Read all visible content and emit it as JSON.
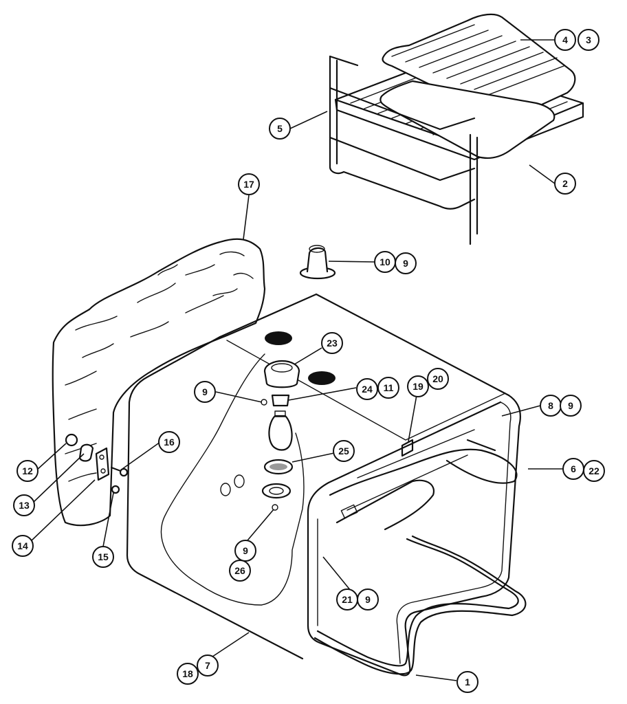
{
  "diagram": {
    "callouts": [
      {
        "id": "c1",
        "text": "1"
      },
      {
        "id": "c2",
        "text": "2"
      },
      {
        "id": "c3",
        "text": "3"
      },
      {
        "id": "c4",
        "text": "4"
      },
      {
        "id": "c5",
        "text": "5"
      },
      {
        "id": "c6",
        "text": "6"
      },
      {
        "id": "c7",
        "text": "7"
      },
      {
        "id": "c8",
        "text": "8"
      },
      {
        "id": "c9a",
        "text": "9"
      },
      {
        "id": "c9b",
        "text": "9"
      },
      {
        "id": "c9c",
        "text": "9"
      },
      {
        "id": "c9d",
        "text": "9"
      },
      {
        "id": "c9e",
        "text": "9"
      },
      {
        "id": "c10",
        "text": "10"
      },
      {
        "id": "c11",
        "text": "11"
      },
      {
        "id": "c12",
        "text": "12"
      },
      {
        "id": "c13",
        "text": "13"
      },
      {
        "id": "c14",
        "text": "14"
      },
      {
        "id": "c15",
        "text": "15"
      },
      {
        "id": "c16",
        "text": "16"
      },
      {
        "id": "c17",
        "text": "17"
      },
      {
        "id": "c18",
        "text": "18"
      },
      {
        "id": "c19",
        "text": "19"
      },
      {
        "id": "c20",
        "text": "20"
      },
      {
        "id": "c21",
        "text": "21"
      },
      {
        "id": "c22",
        "text": "22"
      },
      {
        "id": "c23",
        "text": "23"
      },
      {
        "id": "c24",
        "text": "24"
      },
      {
        "id": "c25",
        "text": "25"
      },
      {
        "id": "c26",
        "text": "26"
      }
    ]
  }
}
